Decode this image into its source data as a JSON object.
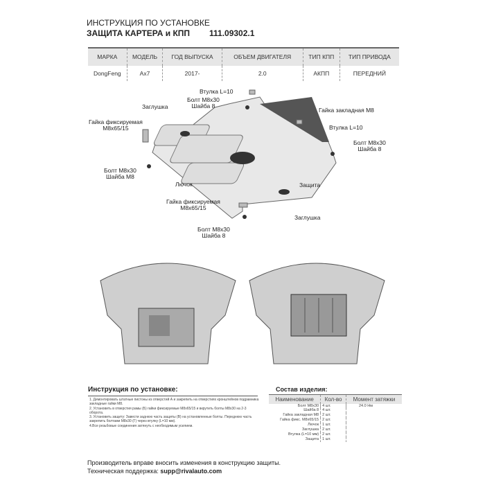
{
  "header": {
    "subtitle": "ИНСТРУКЦИЯ ПО УСТАНОВКЕ",
    "title": "ЗАЩИТА КАРТЕРА и КПП",
    "code": "111.09302.1"
  },
  "spec": {
    "headers": [
      "МАРКА",
      "МОДЕЛЬ",
      "ГОД ВЫПУСКА",
      "ОБЪЕМ ДВИГАТЕЛЯ",
      "ТИП КПП",
      "ТИП ПРИВОДА"
    ],
    "values": [
      "DongFeng",
      "Ax7",
      "2017-",
      "2.0",
      "АКПП",
      "ПЕРЕДНИЙ"
    ]
  },
  "labels": {
    "vtulka1": "Втулка L=10",
    "bolt1": "Болт М8х30\nШайба 8",
    "zaglushka1": "Заглушка",
    "gaika_fix1": "Гайка фиксируемая\nМ8х65/15",
    "gaika_zakl": "Гайка закладная М8",
    "vtulka2": "Втулка L=10",
    "bolt2": "Болт М8х30\nШайба 8",
    "bolt3": "Болт М8х30\nШайба М8",
    "luchok": "Лючок",
    "zashita": "Защита",
    "gaika_fix2": "Гайка фиксируемая\nМ8х65/15",
    "zaglushka2": "Заглушка",
    "bolt4": "Болт М8х30\nШайба 8"
  },
  "instructions": {
    "heading": "Инструкция по установке:",
    "steps": [
      "1. Демонтировать штатные пистоны из отверстий А и закрепить на отверстиях кронштейнов подрамника закладные гайки М8.",
      "2. Установить в отверстия рамы (Б) гайки фиксируемые М8х65/15 и вкрутить болты М8х30 на 2-3 оборота.",
      "3. Установить защиту: Завести заднюю часть защиты (В) на установленные болты. Переднюю часть закрепить болтами М8х30 (Г) через втулку (L=10 мм).",
      "4.Все резьбовые соединения затянуть с необходимым усилием."
    ]
  },
  "composition": {
    "heading": "Состав изделия:",
    "headers": [
      "Наименование",
      "Кол-во",
      "Момент затяжки"
    ],
    "rows": [
      [
        "Болт М8х30",
        "4 шт.",
        "24.0 Нм"
      ],
      [
        "Шайба 8",
        "4 шт.",
        ""
      ],
      [
        "Гайка закладная М8",
        "2 шт.",
        ""
      ],
      [
        "Гайка фикс. М8х65/15",
        "2 шт.",
        ""
      ],
      [
        "Лючок",
        "1 шт.",
        ""
      ],
      [
        "Заглушка",
        "2 шт.",
        ""
      ],
      [
        "Втулка (L=10 мм)",
        "2 шт.",
        ""
      ],
      [
        "Защита",
        "1 шт.",
        ""
      ]
    ]
  },
  "footer": {
    "note": "Производитель вправе вносить изменения в конструкцию защиты.",
    "support_label": "Техническая поддержка: ",
    "support_email": "supp@rivalauto.com"
  }
}
